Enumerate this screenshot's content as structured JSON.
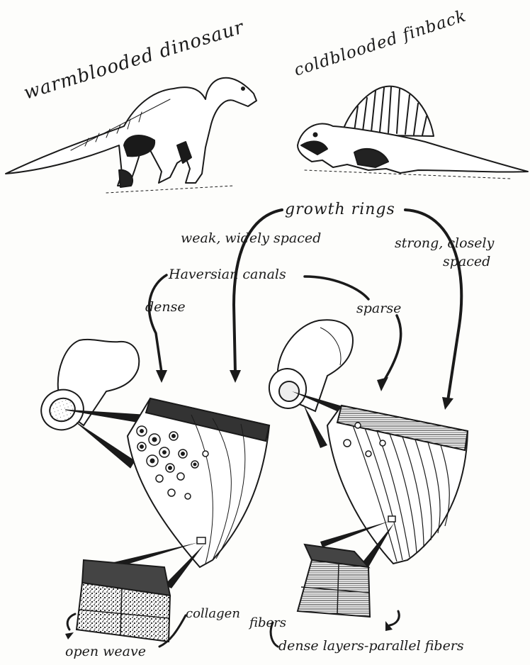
{
  "animals": {
    "warm": "warmblooded dinosaur",
    "cold": "coldblooded finback"
  },
  "labels": {
    "growth_rings": "growth rings",
    "weak": "weak, widely spaced",
    "strong": "strong, closely",
    "spaced": "spaced",
    "haversian": "Haversian canals",
    "dense": "dense",
    "sparse": "sparse",
    "collagen": "collagen",
    "fibers": "fibers",
    "open_weave": "open weave",
    "dense_layers": "dense layers-parallel fibers"
  },
  "colors": {
    "ink": "#1a1a1a",
    "paper": "#fdfdfb",
    "shade": "#555555"
  }
}
